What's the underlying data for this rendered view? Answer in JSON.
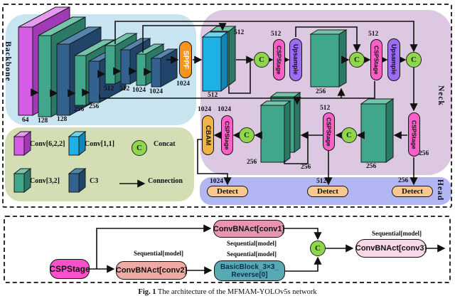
{
  "backbone": {
    "label": "Backbone",
    "stages": [
      "64",
      "128",
      "128",
      "256",
      "256",
      "512",
      "512",
      "1024",
      "1024"
    ],
    "sppf": {
      "label": "SPPF",
      "out": "1024"
    }
  },
  "neck": {
    "label": "Neck",
    "concat": "C",
    "row1": {
      "pair_top": "512",
      "pair_bottom": "512",
      "csp1": {
        "label": "CSPStage",
        "ch": "512"
      },
      "up1": {
        "label": "Upsample"
      },
      "slab": "256",
      "csp2": {
        "label": "CSPStage",
        "ch": "512"
      },
      "up2": {
        "label": "Upsample"
      }
    },
    "row2": {
      "cbam": {
        "label": "CBAM",
        "ch": "1024"
      },
      "csp_left": {
        "label": "CSPStage",
        "ch": "1024"
      },
      "pair_left": "256",
      "pair_right": "256",
      "csp_mid": {
        "label": "CSPStage",
        "ch": "512"
      },
      "slab": "256",
      "csp_right": {
        "label": "CSPStage",
        "ch": "256"
      }
    }
  },
  "head": {
    "label": "Head",
    "detects": [
      {
        "ch": "1024",
        "label": "Detect"
      },
      {
        "ch": "512",
        "label": "Detect"
      },
      {
        "ch": "256",
        "label": "Detect"
      }
    ]
  },
  "legend": {
    "conv622": "Conv[6,2,2]",
    "conv11": "Conv[1,1]",
    "concat": "Concat",
    "concat_symbol": "C",
    "conv32": "Conv[3,2]",
    "c3": "C3",
    "connection": "Connection"
  },
  "detail": {
    "cspstage": "CSPStage",
    "sequential": "Sequential[model]",
    "conv1": "ConvBNAct[conv1]",
    "conv2": "ConvBNAct[conv2]",
    "conv3": "ConvBNAct[conv3]",
    "basicblock1": "BasicBlock_3×3_",
    "basicblock2": "Reverse[0]",
    "concat": "C"
  },
  "caption": {
    "prefix": "Fig. 1",
    "text": " The architecture of the MFMAM-YOLOv5s network"
  },
  "colors": {
    "backbone_bg": "#c9e4f1",
    "neck_bg": "#dcc8e0",
    "head_bg": "#b2b6f2",
    "legend_bg": "#d3deb5",
    "sppf": "#f6941d",
    "cspstage": "#f860c8",
    "upsample": "#9d6cf3",
    "cbam": "#eeb544",
    "concat": "#8fd64b",
    "detect": "#f8c890",
    "conv1": "#e795b3",
    "conv2": "#efaaa4",
    "conv3": "#f8d7e8",
    "basicblock": "#57aab4",
    "magenta_slab": "#d55ce4",
    "green_slab": "#41a78c",
    "blue_slab": "#33628e",
    "cyan_slab": "#1cb2e8"
  }
}
